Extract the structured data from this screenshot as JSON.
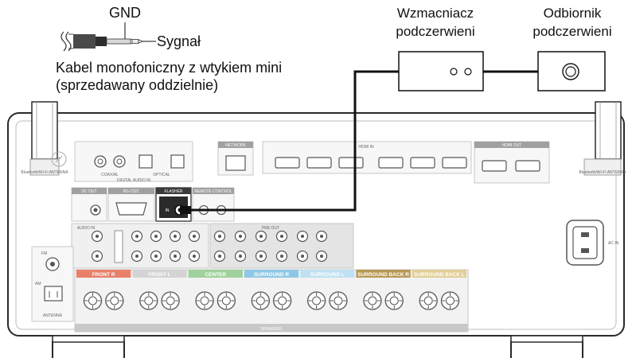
{
  "cable": {
    "gnd_label": "GND",
    "signal_label": "Sygnał",
    "description_line1": "Kabel monofoniczny z wtykiem mini",
    "description_line2": "(sprzedawany oddzielnie)"
  },
  "devices": {
    "amplifier_line1": "Wzmacniacz",
    "amplifier_line2": "podczerwieni",
    "receiver_line1": "Odbiornik",
    "receiver_line2": "podczerwieni"
  },
  "panel": {
    "bt_antenna_left": "Bluetooth/Wi-Fi ANTENNA",
    "bt_antenna_right": "Bluetooth/Wi-Fi ANTENNA",
    "dc_out": "DC OUT",
    "rs232c": "RS-232C",
    "flasher": "FLASHER",
    "flasher_in": "IN",
    "remote_control": "REMOTE CONTROL",
    "network": "NETWORK",
    "hdmi_in": "HDMI IN",
    "hdmi_out": "HDMI OUT",
    "digital_audio_in": "DIGITAL AUDIO IN",
    "coaxial": "COAXIAL",
    "optical": "OPTICAL",
    "audio_in": "AUDIO IN",
    "pre_out": "PRE OUT",
    "antenna": "ANTENNA",
    "fm": "FM",
    "am": "AM",
    "ac_in": "AC IN",
    "speakers": "SPEAKERS",
    "speaker_groups": [
      {
        "label": "FRONT",
        "side": "R",
        "color": "#e8806a"
      },
      {
        "label": "FRONT",
        "side": "L",
        "color": "#d4d4d4"
      },
      {
        "label": "CENTER",
        "side": "",
        "color": "#9fd19c"
      },
      {
        "label": "SURROUND",
        "side": "R",
        "color": "#8fc8e6"
      },
      {
        "label": "SURROUND",
        "side": "L",
        "color": "#bfe0f2"
      },
      {
        "label": "SURROUND BACK",
        "side": "R",
        "color": "#b89a55"
      },
      {
        "label": "SURROUND BACK",
        "side": "L",
        "color": "#e2cf97"
      }
    ]
  }
}
